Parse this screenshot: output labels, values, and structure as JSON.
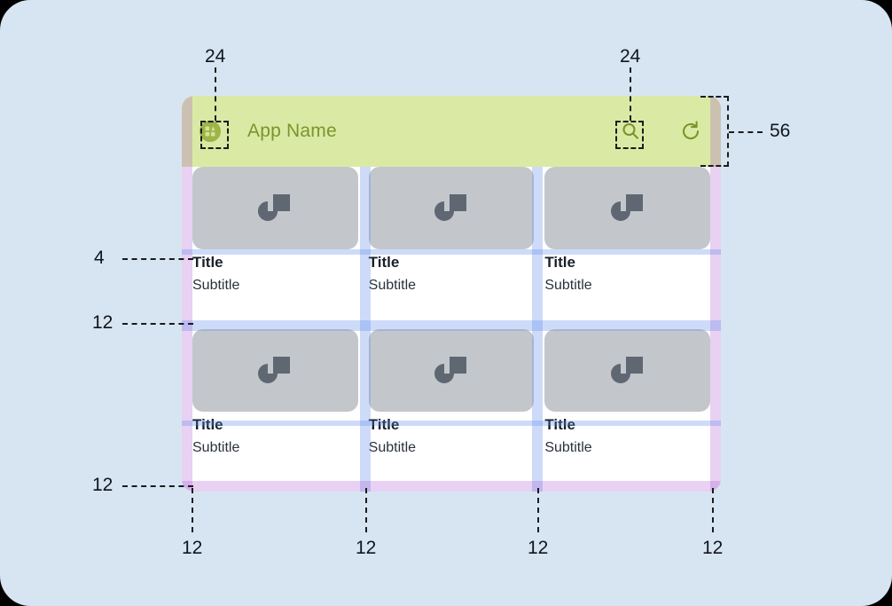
{
  "canvas": {
    "background": "#d7e5f2",
    "corner_radius": "34"
  },
  "device": {
    "appbar": {
      "title": "App Name",
      "height": "56",
      "background_tint": "#a6cc28",
      "title_color": "#5b6b2c",
      "menu_icon": "grid-menu-icon",
      "search_icon": "search-icon",
      "refresh_icon": "refresh-icon"
    },
    "grid": {
      "columns": 3,
      "rows": 2,
      "cards": [
        {
          "title": "Title",
          "subtitle": "Subtitle",
          "image": "image-placeholder-icon"
        },
        {
          "title": "Title",
          "subtitle": "Subtitle",
          "image": "image-placeholder-icon"
        },
        {
          "title": "Title",
          "subtitle": "Subtitle",
          "image": "image-placeholder-icon"
        },
        {
          "title": "Title",
          "subtitle": "Subtitle",
          "image": "image-placeholder-icon"
        },
        {
          "title": "Title",
          "subtitle": "Subtitle",
          "image": "image-placeholder-icon"
        },
        {
          "title": "Title",
          "subtitle": "Subtitle",
          "image": "image-placeholder-icon"
        }
      ]
    }
  },
  "annotations": {
    "menu_icon_size": "24",
    "search_icon_size": "24",
    "appbar_height": "56",
    "title_gap": "4",
    "row_gap": "12",
    "bottom_padding": "12",
    "column_left_padding": "12",
    "column_gap_1": "12",
    "column_gap_2": "12",
    "column_right_padding": "12"
  },
  "colors": {
    "spacing_overlay_blue": "#5a87eb",
    "padding_overlay_purple": "#a74ed0",
    "appbar_overlay_green": "#a6cc28",
    "thumb_gray": "#c3c7cc",
    "icon_gray": "#5f6872"
  }
}
